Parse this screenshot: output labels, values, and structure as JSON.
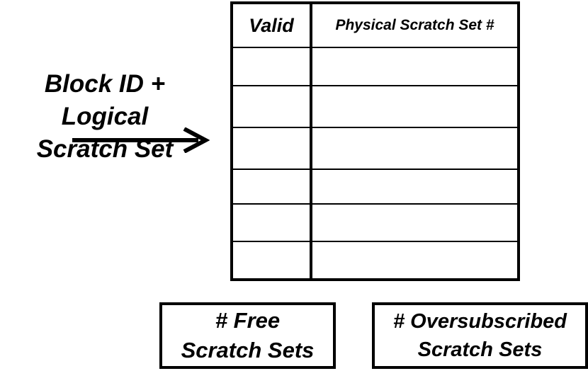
{
  "input": {
    "line1": "Block ID + Logical",
    "line2": "Scratch Set"
  },
  "table": {
    "header_valid": "Valid",
    "header_physical": "Physical Scratch Set #",
    "row_count": 6
  },
  "counters": {
    "free": {
      "line1": "# Free",
      "line2": "Scratch Sets"
    },
    "oversubscribed": {
      "line1": "# Oversubscribed",
      "line2": "Scratch Sets"
    }
  }
}
